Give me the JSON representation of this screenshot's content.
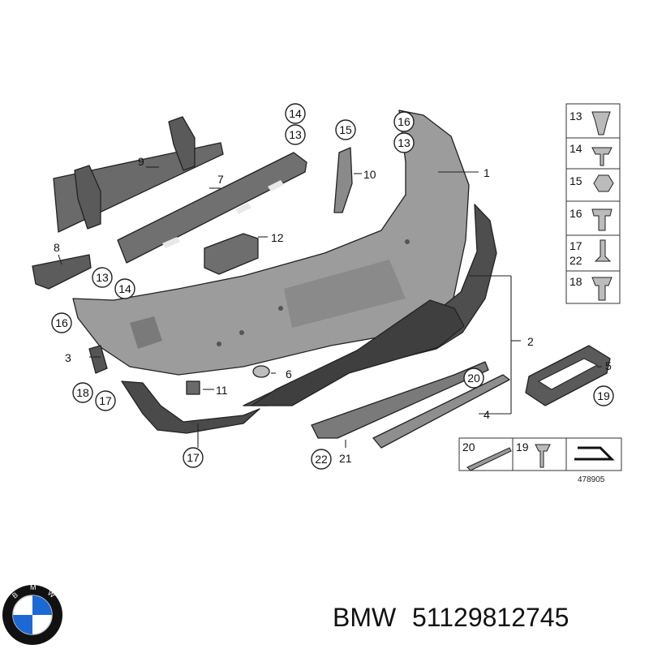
{
  "labels": {
    "n1": "1",
    "n2": "2",
    "n3": "3",
    "n4": "4",
    "n5": "5",
    "n6": "6",
    "n7": "7",
    "n8": "8",
    "n9": "9",
    "n10": "10",
    "n11": "11",
    "n12": "12",
    "c14a": "14",
    "c13a": "13",
    "c15": "15",
    "c16a": "16",
    "c13b": "13",
    "c13c": "13",
    "c14b": "14",
    "c16b": "16",
    "c18": "18",
    "c17a": "17",
    "c17b": "17",
    "c20": "20",
    "c19": "19",
    "c22": "22",
    "n21": "21"
  },
  "legend": {
    "items": [
      "13",
      "14",
      "15",
      "16",
      "17",
      "22",
      "18"
    ],
    "bottom": [
      "20",
      "19"
    ],
    "diagram_id": "478905"
  },
  "caption": {
    "brand": "BMW",
    "part_number": "51129812745"
  },
  "colors": {
    "bumper": "#9c9c9c",
    "dark_part": "#4f4f4f",
    "mid_part": "#6e6e6e",
    "logo_blue": "#1c69d4"
  }
}
